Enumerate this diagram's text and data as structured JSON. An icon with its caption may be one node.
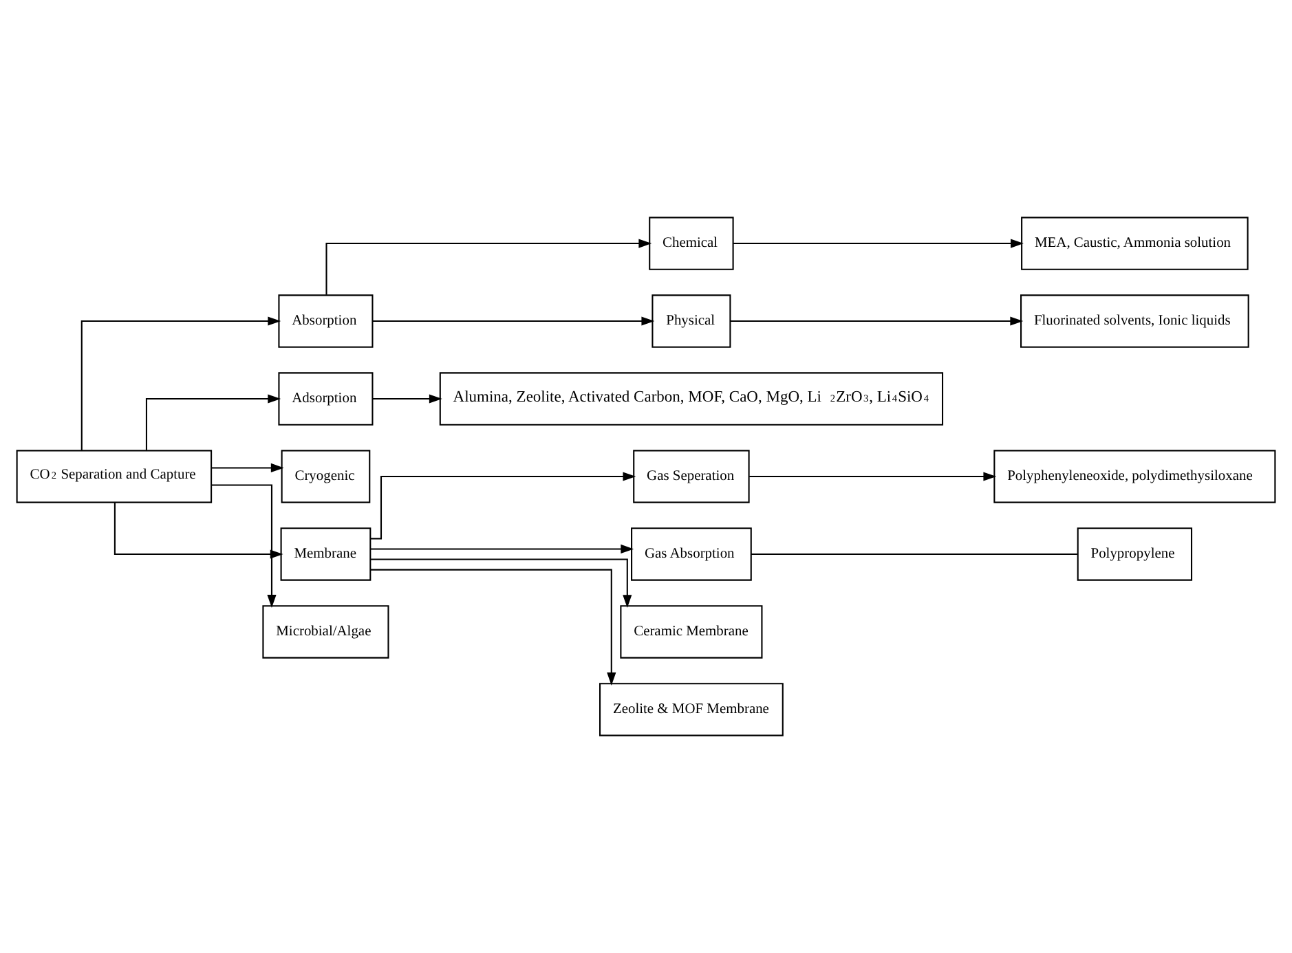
{
  "diagram": {
    "nodes": [
      {
        "text": [
          "CO$_{2}$ Separation and Capture"
        ]
      },
      {
        "text": [
          "Absorption"
        ]
      },
      {
        "text": [
          "Adsorption"
        ]
      },
      {
        "text": [
          "Cryogenic"
        ]
      },
      {
        "text": [
          "Membrane"
        ]
      },
      {
        "text": [
          "Microbial/Algae"
        ]
      },
      {
        "text": [
          "Chemical"
        ]
      },
      {
        "text": [
          "Physical"
        ]
      },
      {
        "text": [
          "MEA, Caustic, Ammonia solution"
        ]
      },
      {
        "text": [
          "Fluorinated solvents, Ionic liquids"
        ]
      },
      {
        "text": [
          "Alumina, Zeolite, Activated Carbon, MOF, CaO, MgO, Li$_{2}$ZrO$_{3}$, Li$_{4}$SiO$_{4}$"
        ]
      },
      {
        "text": [
          "Gas Seperation"
        ]
      },
      {
        "text": [
          "Gas Absorption"
        ]
      },
      {
        "text": [
          "Ceramic Membrane"
        ]
      },
      {
        "text": [
          "Zeolite & MOF Membrane"
        ]
      },
      {
        "text": [
          "Polyphenyleneoxide, polydimethysiloxane"
        ]
      },
      {
        "text": [
          "Polypropylene"
        ]
      }
    ],
    "edges": [
      {
        "from": 0,
        "to": 1,
        "arrow": "to"
      },
      {
        "from": 0,
        "to": 2,
        "arrow": "to"
      },
      {
        "from": 0,
        "to": 3,
        "arrow": "to"
      },
      {
        "from": 0,
        "to": 4,
        "arrow": "to"
      },
      {
        "from": 0,
        "to": 5,
        "arrow": "to"
      },
      {
        "from": 1,
        "to": 6,
        "arrow": "to"
      },
      {
        "from": 1,
        "to": 7,
        "arrow": "to"
      },
      {
        "from": 6,
        "to": 8,
        "arrow": "to"
      },
      {
        "from": 7,
        "to": 9,
        "arrow": "to"
      },
      {
        "from": 2,
        "to": 10,
        "arrow": "to"
      },
      {
        "from": 4,
        "to": 11,
        "arrow": "to"
      },
      {
        "from": 4,
        "to": 12,
        "arrow": "to"
      },
      {
        "from": 4,
        "to": 13,
        "arrow": "to"
      },
      {
        "from": 4,
        "to": 14,
        "arrow": "to"
      },
      {
        "from": 11,
        "to": 15,
        "arrow": "to"
      },
      {
        "from": 12,
        "to": 16,
        "arrow": "none"
      }
    ]
  }
}
